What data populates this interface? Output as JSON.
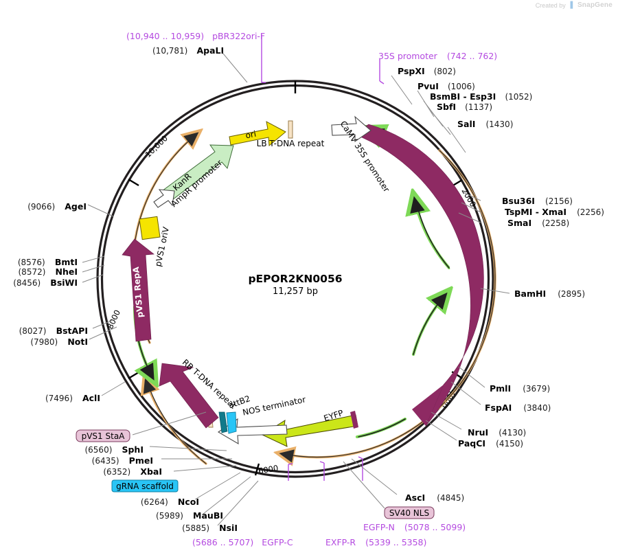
{
  "watermark": {
    "prefix": "Created by",
    "brand": "SnapGene"
  },
  "plasmid": {
    "name": "pEPOR2KN0056",
    "size": "11,257 bp",
    "length_bp": 11257
  },
  "ring": {
    "ticks": [
      "2000",
      "4000",
      "6000",
      "8000",
      "10,000"
    ]
  },
  "colors": {
    "maroon": "#8e2a63",
    "green_feature": "#c9edc3",
    "chartreuse": "#cbe619",
    "yellow": "#f5e400",
    "cyan": "#29c5f6",
    "teal": "#117a8b",
    "orange": "#e9b069",
    "green_arrow": "#7ed957",
    "purple": "#b44ae0",
    "pink_badge": "#e8c4d8",
    "ring_black": "#231f20"
  },
  "enzymes": [
    {
      "name": "ApaLI",
      "pos": "(10,781)",
      "side": "left"
    },
    {
      "name": "PspXI",
      "pos": "(802)",
      "side": "right"
    },
    {
      "name": "PvuI",
      "pos": "(1006)",
      "side": "right"
    },
    {
      "name": "BsmBI - Esp3I",
      "pos": "(1052)",
      "side": "right"
    },
    {
      "name": "SbfI",
      "pos": "(1137)",
      "side": "right"
    },
    {
      "name": "SalI",
      "pos": "(1430)",
      "side": "right"
    },
    {
      "name": "Bsu36I",
      "pos": "(2156)",
      "side": "right"
    },
    {
      "name": "TspMI - XmaI",
      "pos": "(2256)",
      "side": "right"
    },
    {
      "name": "SmaI",
      "pos": "(2258)",
      "side": "right"
    },
    {
      "name": "BamHI",
      "pos": "(2895)",
      "side": "right"
    },
    {
      "name": "PmlI",
      "pos": "(3679)",
      "side": "right"
    },
    {
      "name": "FspAI",
      "pos": "(3840)",
      "side": "right"
    },
    {
      "name": "NruI",
      "pos": "(4130)",
      "side": "right"
    },
    {
      "name": "PaqCI",
      "pos": "(4150)",
      "side": "right"
    },
    {
      "name": "AscI",
      "pos": "(4845)",
      "side": "right"
    },
    {
      "name": "NsiI",
      "pos": "(5885)",
      "side": "left"
    },
    {
      "name": "MauBI",
      "pos": "(5989)",
      "side": "left"
    },
    {
      "name": "NcoI",
      "pos": "(6264)",
      "side": "left"
    },
    {
      "name": "XbaI",
      "pos": "(6352)",
      "side": "left"
    },
    {
      "name": "PmeI",
      "pos": "(6435)",
      "side": "left"
    },
    {
      "name": "SphI",
      "pos": "(6560)",
      "side": "left"
    },
    {
      "name": "AclI",
      "pos": "(7496)",
      "side": "left"
    },
    {
      "name": "NotI",
      "pos": "(7980)",
      "side": "left"
    },
    {
      "name": "BstAPI",
      "pos": "(8027)",
      "side": "left"
    },
    {
      "name": "BsiWI",
      "pos": "(8456)",
      "side": "left"
    },
    {
      "name": "NheI",
      "pos": "(8572)",
      "side": "left"
    },
    {
      "name": "BmtI",
      "pos": "(8576)",
      "side": "left"
    },
    {
      "name": "AgeI",
      "pos": "(9066)",
      "side": "left"
    }
  ],
  "primers": [
    {
      "name": "pBR322ori-F",
      "range": "(10,940 .. 10,959)"
    },
    {
      "name": "35S promoter",
      "range": "(742 .. 762)"
    },
    {
      "name": "EGFP-N",
      "range": "(5078 .. 5099)"
    },
    {
      "name": "EXFP-R",
      "range": "(5339 .. 5358)"
    },
    {
      "name": "EGFP-C",
      "range": "(5686 .. 5707)"
    }
  ],
  "features": [
    {
      "label": "ori"
    },
    {
      "label": "LB T-DNA repeat"
    },
    {
      "label": "CaMV 35S promoter"
    },
    {
      "label": "KanR"
    },
    {
      "label": "AmpR promoter"
    },
    {
      "label": "Cas9"
    },
    {
      "label": "EYFP"
    },
    {
      "label": "NOS terminator"
    },
    {
      "label": "attB2"
    },
    {
      "label": "RB T-DNA repeat"
    },
    {
      "label": "pVS1 RepA"
    },
    {
      "label": "pVS1 oriV"
    }
  ],
  "badges": [
    {
      "label": "SV40 NLS",
      "style": "pink"
    },
    {
      "label": "gRNA scaffold",
      "style": "cyan"
    },
    {
      "label": "pVS1 StaA",
      "style": "pink"
    }
  ]
}
